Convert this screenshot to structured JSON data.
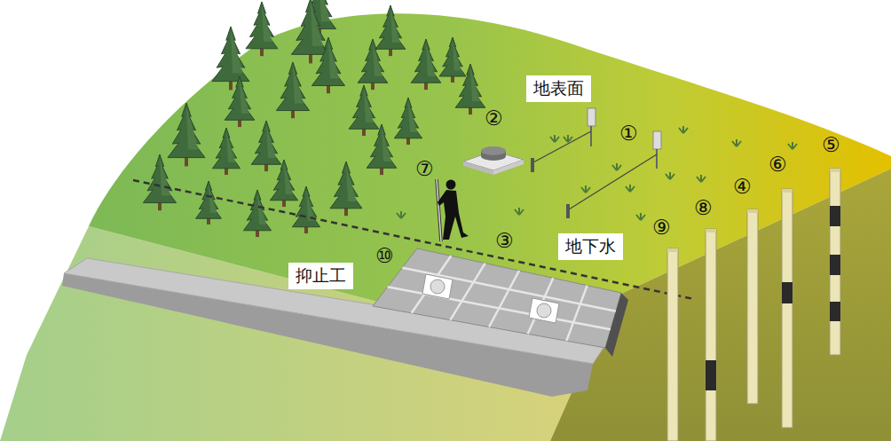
{
  "diagram": {
    "nodes": [
      {
        "text": [
          "地表面"
        ]
      },
      {
        "text": [
          "地下水"
        ]
      },
      {
        "text": [
          "抑止工"
        ]
      }
    ],
    "labels": [
      "①",
      "②",
      "③",
      "④",
      "⑤",
      "⑥",
      "⑦",
      "⑧",
      "⑨",
      "⑩"
    ]
  }
}
